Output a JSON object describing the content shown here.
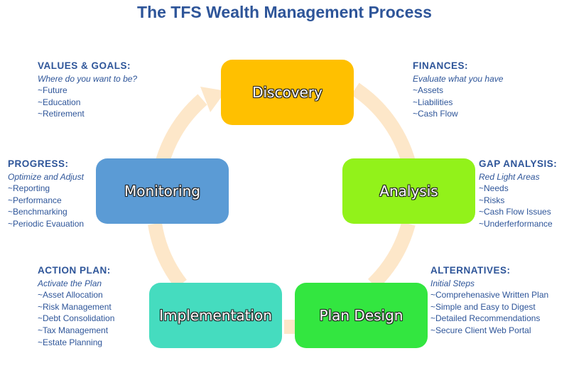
{
  "title": "The TFS Wealth Management Process",
  "colors": {
    "title": "#2e5599",
    "ring": "#fde7c9",
    "discovery": "#ffc000",
    "analysis": "#92f21a",
    "plan_design": "#33e640",
    "implementation": "#45dcbf",
    "monitoring": "#5b9bd5"
  },
  "stages": {
    "discovery": "Discovery",
    "analysis": "Analysis",
    "plan_design": "Plan Design",
    "implementation": "Implementation",
    "monitoring": "Monitoring"
  },
  "notes": {
    "values_goals": {
      "heading": "VALUES & GOALS:",
      "subtitle": "Where do you want to be?",
      "items": [
        "~Future",
        "~Education",
        "~Retirement"
      ]
    },
    "finances": {
      "heading": "FINANCES:",
      "subtitle": "Evaluate what you have",
      "items": [
        "~Assets",
        "~Liabilities",
        "~Cash Flow"
      ]
    },
    "progress": {
      "heading": "PROGRESS:",
      "subtitle": "Optimize and Adjust",
      "items": [
        "~Reporting",
        "~Performance",
        "~Benchmarking",
        "~Periodic Evauation"
      ]
    },
    "gap_analysis": {
      "heading": "GAP ANALYSIS:",
      "subtitle": "Red Light Areas",
      "items": [
        "~Needs",
        "~Risks",
        "~Cash Flow Issues",
        "~Underferformance"
      ]
    },
    "action_plan": {
      "heading": "ACTION PLAN:",
      "subtitle": "Activate the Plan",
      "items": [
        "~Asset Allocation",
        "~Risk Management",
        "~Debt Consolidation",
        "~Tax Management",
        "~Estate Planning"
      ]
    },
    "alternatives": {
      "heading": "ALTERNATIVES:",
      "subtitle": "Initial Steps",
      "items": [
        "~Comprehenasive Written Plan",
        "~Simple and Easy to Digest",
        "~Detailed Recommendations",
        "~Secure Client Web Portal"
      ]
    }
  }
}
